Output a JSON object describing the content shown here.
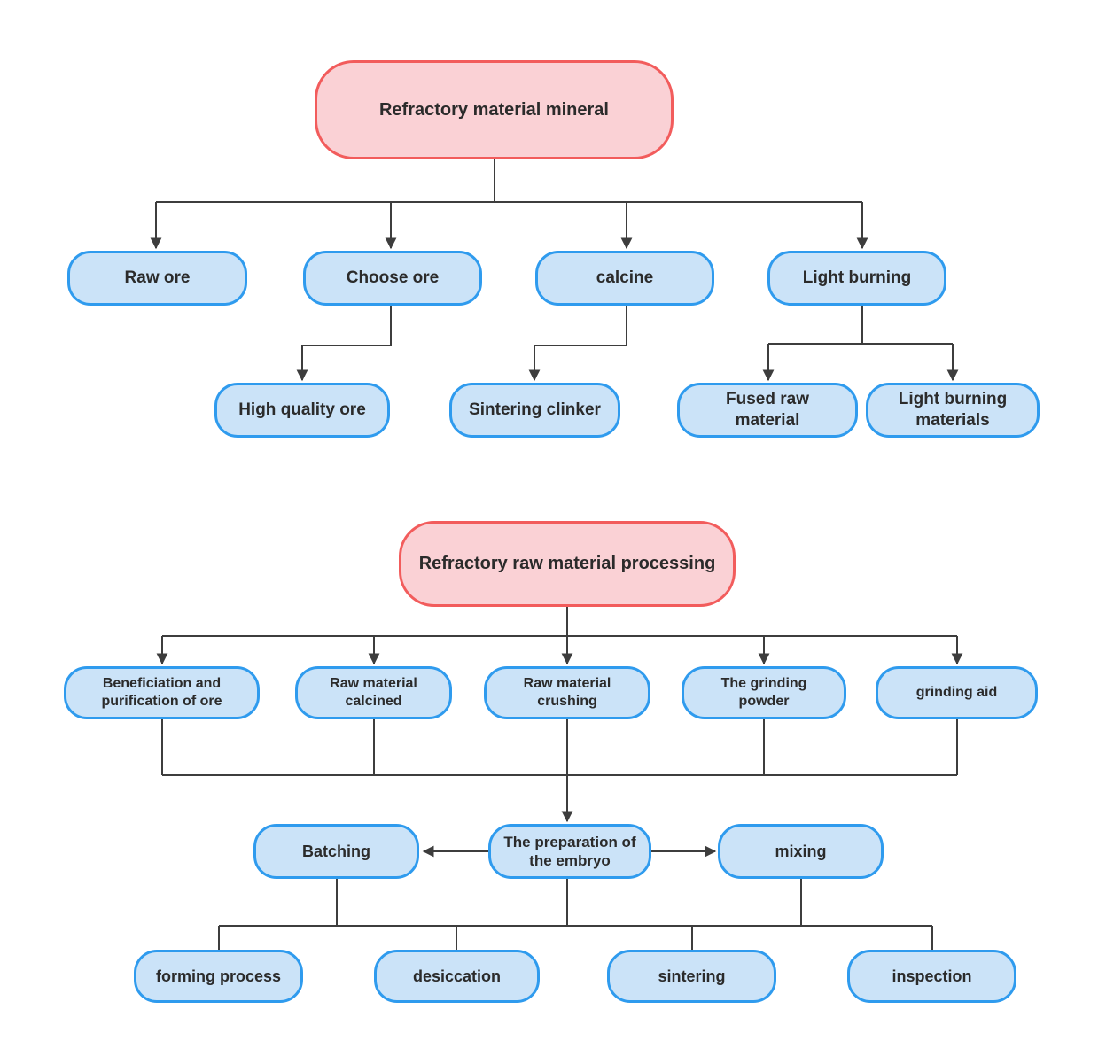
{
  "colors": {
    "node_fill_blue": "#cbe3f8",
    "node_border_blue": "#2f9bee",
    "node_fill_pink": "#fad1d5",
    "node_border_pink": "#f25c5c",
    "connector": "#3d3d3d",
    "text": "#2b2b2b"
  },
  "tree1": {
    "root": "Refractory material mineral",
    "level2": [
      "Raw ore",
      "Choose ore",
      "calcine",
      "Light burning"
    ],
    "level3": [
      "High quality ore",
      "Sintering clinker",
      "Fused raw material",
      "Light burning materials"
    ]
  },
  "tree2": {
    "root": "Refractory raw material processing",
    "level2": [
      "Beneficiation and purification of ore",
      "Raw material calcined",
      "Raw material crushing",
      "The grinding powder",
      "grinding aid"
    ],
    "level3": [
      "Batching",
      "The preparation of the embryo",
      "mixing"
    ],
    "level4": [
      "forming process",
      "desiccation",
      "sintering",
      "inspection"
    ]
  }
}
